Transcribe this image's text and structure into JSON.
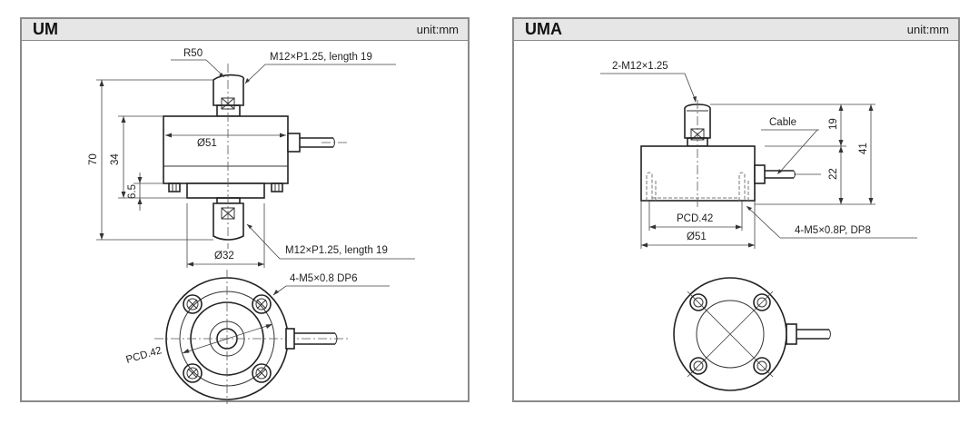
{
  "panels": [
    {
      "title": "UM",
      "unit": "unit:mm",
      "labels": {
        "radius": "R50",
        "top_thread": "M12×P1.25, length 19",
        "diameter_body": "Ø51",
        "height_total": "70",
        "height_body": "34",
        "height_base": "6.5",
        "bottom_thread": "M12×P1.25, length 19",
        "diameter_base": "Ø32",
        "mount_holes": "4-M5×0.8 DP6",
        "pcd": "PCD.42"
      }
    },
    {
      "title": "UMA",
      "unit": "unit:mm",
      "labels": {
        "top_thread": "2-M12×1.25",
        "cable": "Cable",
        "height_stud": "19",
        "height_total": "41",
        "height_body": "22",
        "pcd": "PCD.42",
        "diameter_body": "Ø51",
        "mount_holes": "4-M5×0.8P, DP8"
      }
    }
  ],
  "colors": {
    "frame": "#8a8a8a",
    "header_bg": "#e6e6e6",
    "line": "#222222"
  }
}
